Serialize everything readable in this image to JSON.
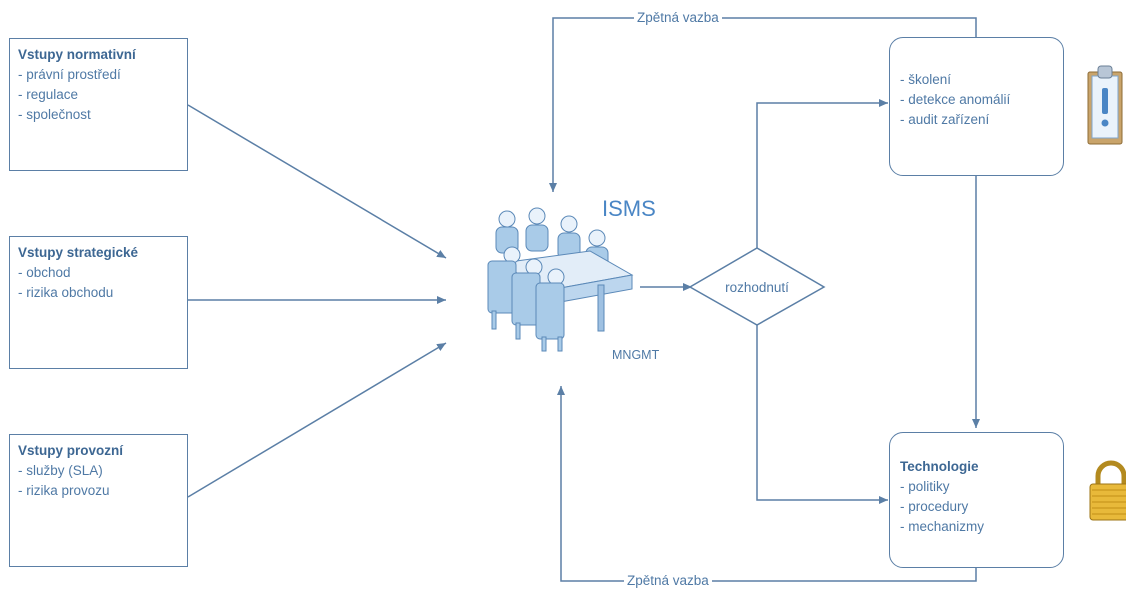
{
  "colors": {
    "stroke": "#5b7fa6",
    "text": "#4f79a5",
    "title": "#3d6793",
    "isms": "#4a86c5"
  },
  "inputs": {
    "normative": {
      "title": "Vstupy normativní",
      "items": [
        "- právní prostředí",
        "- regulace",
        "- společnost"
      ]
    },
    "strategic": {
      "title": "Vstupy strategické",
      "items": [
        "- obchod",
        "- rizika obchodu"
      ]
    },
    "operational": {
      "title": "Vstupy provozní",
      "items": [
        "- služby (SLA)",
        "- rizika provozu"
      ]
    }
  },
  "center": {
    "isms_label": "ISMS",
    "mngmt_label": "MNGMT",
    "icon": "meeting-people-icon"
  },
  "decision": {
    "label": "rozhodnutí"
  },
  "outputs": {
    "top": {
      "title": "",
      "items": [
        "- školení",
        "- detekce anomálií",
        "- audit zařízení"
      ],
      "icon": "clipboard-alert-icon"
    },
    "bottom": {
      "title": "Technologie",
      "items": [
        "- politiky",
        "- procedury",
        "- mechanizmy"
      ],
      "icon": "padlock-icon"
    }
  },
  "feedback": {
    "top_label": "Zpětná vazba",
    "bottom_label": "Zpětná vazba"
  }
}
